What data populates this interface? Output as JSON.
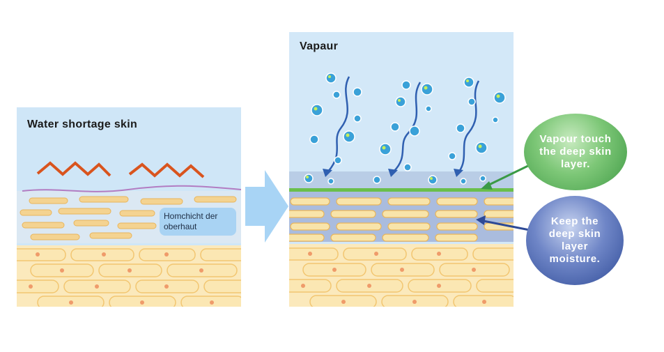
{
  "left_panel": {
    "title": "Water shortage skin",
    "label": "Homchicht der oberhaut"
  },
  "right_panel": {
    "title": "Vapaur"
  },
  "callouts": {
    "green": "Vapour touch the deep skin layer.",
    "blue": "Keep the deep skin layer moisture."
  },
  "colors": {
    "sky": "#cfe6f7",
    "skin_base": "#fbe9bc",
    "cell_fill": "#f8e4aa",
    "cell_edge": "#f1c46a",
    "wrinkle": "#d9541e",
    "arrow": "#a8d4f5",
    "green": "#5fb55a",
    "blue": "#3b58a6",
    "drop": "#3aa1d8"
  },
  "icons": [
    "wrinkle-zigzag-icon",
    "water-droplet-icon",
    "right-arrow-icon"
  ]
}
